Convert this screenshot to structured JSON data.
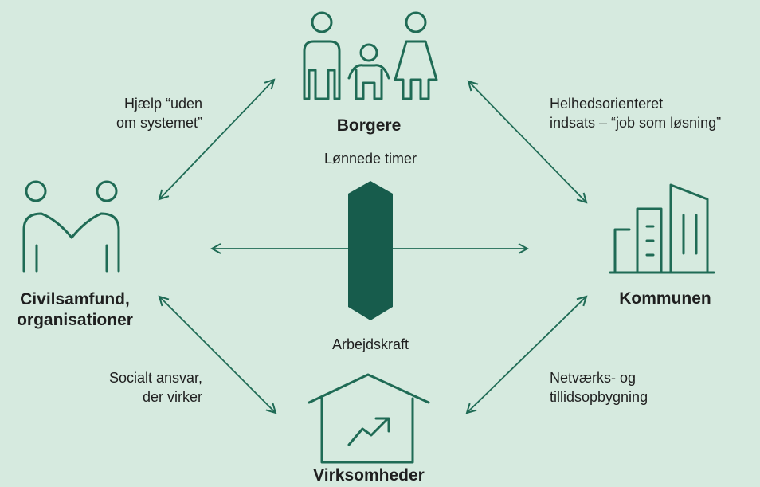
{
  "nodes": {
    "top": "Borgere",
    "left_line1": "Civilsamfund,",
    "left_line2": "organisationer",
    "right": "Kommunen",
    "bottom": "Virksomheder"
  },
  "edges": {
    "top_left_line1": "Hjælp “uden",
    "top_left_line2": "om systemet”",
    "top_right_line1": "Helhedsorienteret",
    "top_right_line2": "indsats – “job som løsning”",
    "bottom_left_line1": "Socialt ansvar,",
    "bottom_left_line2": "der virker",
    "bottom_right_line1": "Netværks- og",
    "bottom_right_line2": "tillidsopbygning",
    "center_top": "Lønnede timer",
    "center_bottom": "Arbejdskraft"
  },
  "icons": {
    "top": "family-icon",
    "left": "handshake-people-icon",
    "right": "office-buildings-icon",
    "bottom": "business-growth-house-icon",
    "center": "hexagon-pillar-icon"
  },
  "colors": {
    "background": "#d6eadf",
    "stroke": "#1f6b55",
    "pillar": "#175c4c",
    "text": "#1f1f1f"
  }
}
